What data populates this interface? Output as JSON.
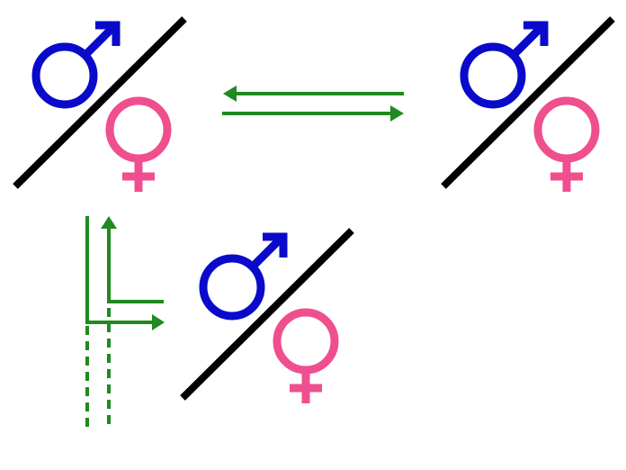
{
  "colors": {
    "background": "#ffffff",
    "male": "#0a0acb",
    "female": "#ef4f8e",
    "divider": "#000000",
    "arrow": "#1f8a1f"
  },
  "symbols": [
    {
      "male_icon": "male-symbol-icon",
      "female_icon": "female-symbol-icon",
      "divider": "diagonal-line"
    },
    {
      "male_icon": "male-symbol-icon",
      "female_icon": "female-symbol-icon",
      "divider": "diagonal-line"
    },
    {
      "male_icon": "male-symbol-icon",
      "female_icon": "female-symbol-icon",
      "divider": "diagonal-line"
    }
  ],
  "arrows": {
    "top": {
      "icon": "equilibrium-arrows-icon",
      "style": "double-headed-opposite"
    },
    "bottom_left": {
      "icon": "branching-arrows-icon",
      "style": "solid-with-dashed-tails"
    }
  }
}
